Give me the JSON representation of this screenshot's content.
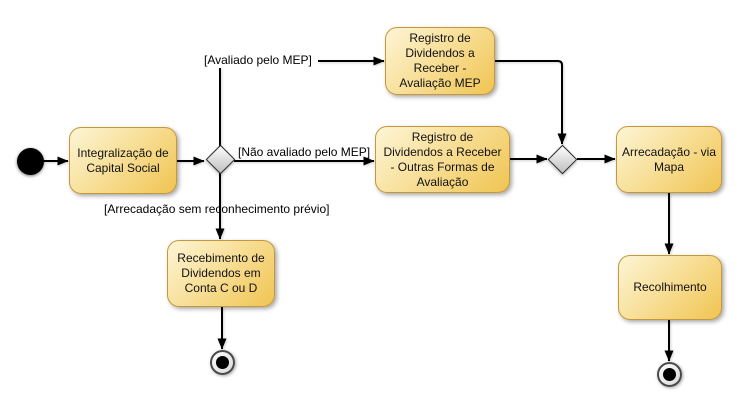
{
  "diagram_type": "uml-activity-diagram",
  "colors": {
    "background": "#FFFFFF",
    "activity_fill_light": "#FDF5D6",
    "activity_fill_dark": "#F0C452",
    "activity_border": "#C6983A",
    "diamond_fill_light": "#FDFDFD",
    "diamond_fill_dark": "#BFBFBF",
    "connector": "#000000",
    "text": "#111111"
  },
  "nodes": {
    "integralizacao_capital_social": "Integralização de\nCapital Social",
    "registro_dividendos_mep": "Registro de\nDividendos a\nReceber -\nAvaliação MEP",
    "registro_dividendos_outras": "Registro de\nDividendos a Receber\n- Outras Formas de\nAvaliação",
    "recebimento_dividendos": "Recebimento de\nDividendos em\nConta C ou D",
    "arrecadacao_via_mapa": "Arrecadação - via\nMapa",
    "recolhimento": "Recolhimento"
  },
  "edge_labels": {
    "avaliado_mep": "[Avaliado pelo MEP]",
    "nao_avaliado_mep": "[Não avaliado pelo MEP]",
    "arrecadacao_sem_reconhecimento": "[Arrecadação sem reconhecimento prévio]"
  }
}
